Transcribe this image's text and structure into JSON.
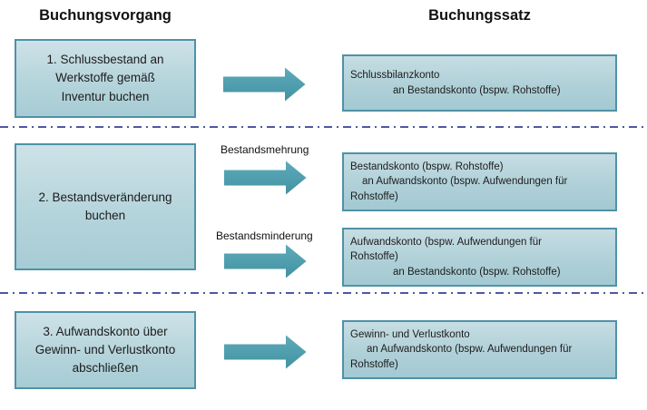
{
  "columns": {
    "left_title": "Buchungsvorgang",
    "right_title": "Buchungssatz"
  },
  "rows": [
    {
      "process": [
        "1. Schlussbestand an",
        "Werkstoffe gemäß",
        "Inventur buchen"
      ],
      "arrow_labels": [],
      "entries": [
        [
          "Schlussbilanzkonto",
          "an Bestandskonto (bspw. Rohstoffe)"
        ]
      ]
    },
    {
      "process": [
        "2. Bestandsveränderung",
        "buchen"
      ],
      "arrow_labels": [
        "Bestandsmehrung",
        "Bestandsminderung"
      ],
      "entries": [
        [
          "Bestandskonto (bspw. Rohstoffe)",
          "an Aufwandskonto (bspw. Aufwendungen für",
          "Rohstoffe)"
        ],
        [
          "Aufwandskonto (bspw. Aufwendungen für",
          "Rohstoffe)",
          "an Bestandskonto (bspw. Rohstoffe)"
        ]
      ]
    },
    {
      "process": [
        "3. Aufwandskonto über",
        "Gewinn- und Verlustkonto",
        "abschließen"
      ],
      "arrow_labels": [],
      "entries": [
        [
          "Gewinn- und Verlustkonto",
          "an Aufwandskonto (bspw. Aufwendungen für",
          "Rohstoffe)"
        ]
      ]
    }
  ],
  "colors": {
    "box_border": "#4e92a6",
    "box_fill_top": "#cde2e7",
    "box_fill_bottom": "#a7ccd5",
    "arrow_top": "#5dabb9",
    "arrow_bottom": "#4392a3",
    "separator": "#4e58a4",
    "text": "#1f1f1f"
  }
}
